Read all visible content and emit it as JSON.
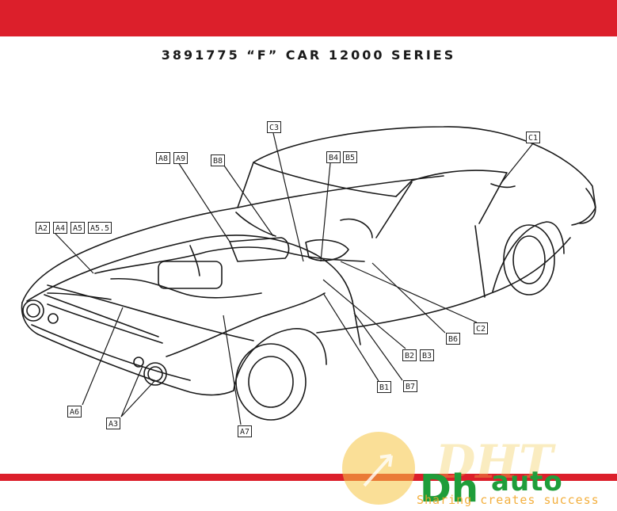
{
  "header": {
    "title": "3891775 “F” CAR 12000 SERIES"
  },
  "labels": {
    "c3": "C3",
    "c1": "C1",
    "a8": "A8",
    "a9": "A9",
    "b8": "B8",
    "b4": "B4",
    "b5": "B5",
    "a2": "A2",
    "a4": "A4",
    "a5": "A5",
    "a55": "A5.5",
    "b6": "B6",
    "c2": "C2",
    "b2": "B2",
    "b3": "B3",
    "b1": "B1",
    "b7": "B7",
    "a6": "A6",
    "a3": "A3",
    "a7": "A7"
  },
  "watermark": {
    "brand": "auto",
    "tagline": "Sharing creates success"
  },
  "colors": {
    "band": "#dc1f2b",
    "ink": "#1a1a1a",
    "watermark_green": "#1f9d3a",
    "watermark_orange": "#f2a72a"
  }
}
